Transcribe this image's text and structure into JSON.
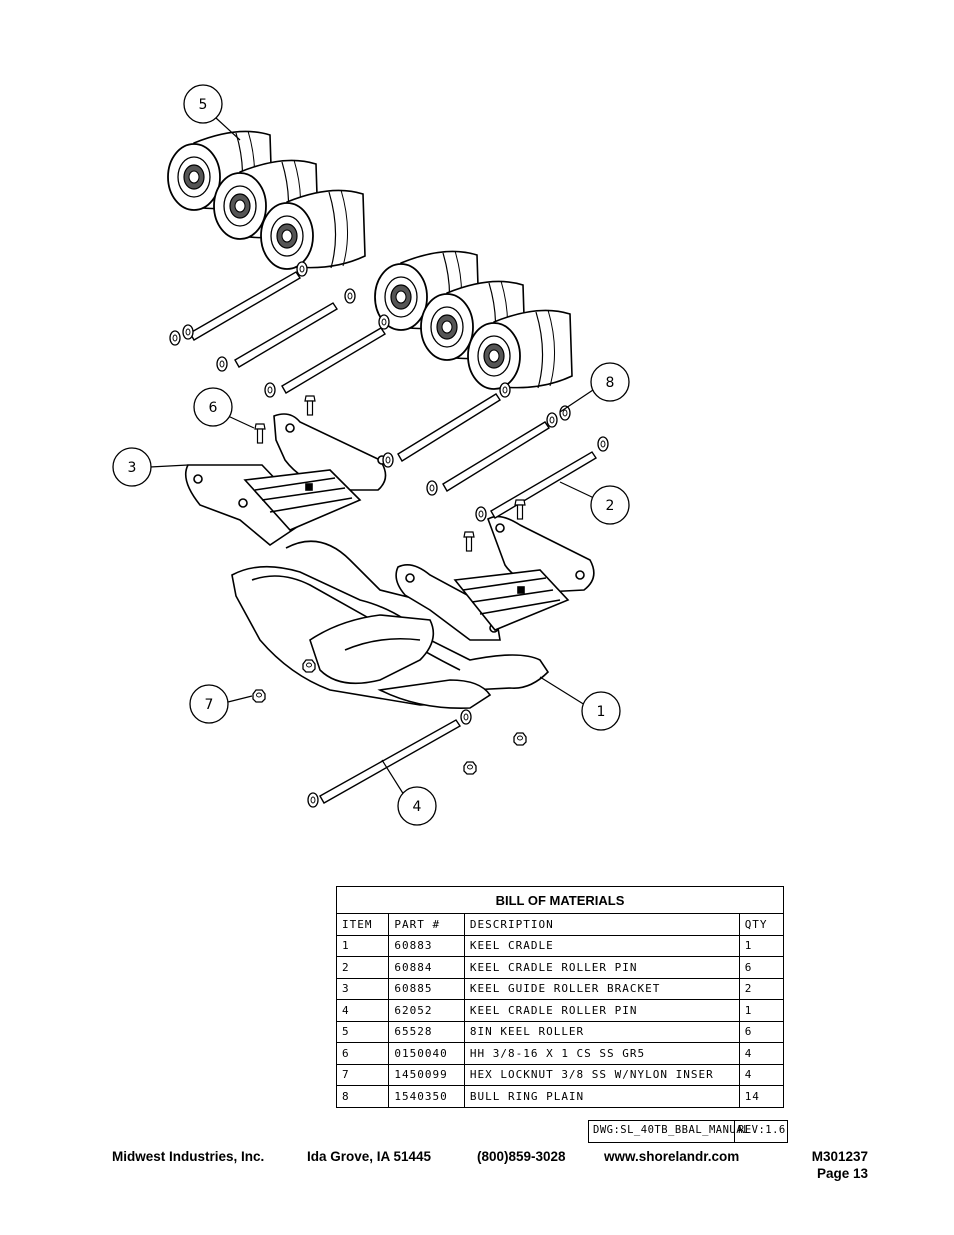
{
  "balloons": [
    "5",
    "8",
    "6",
    "3",
    "2",
    "7",
    "1",
    "4"
  ],
  "bom": {
    "title": "BILL OF MATERIALS",
    "headers": [
      "ITEM",
      "PART #",
      "DESCRIPTION",
      "QTY"
    ],
    "rows": [
      [
        "1",
        "60883",
        "KEEL CRADLE",
        "1"
      ],
      [
        "2",
        "60884",
        "KEEL CRADLE ROLLER PIN",
        "6"
      ],
      [
        "3",
        "60885",
        "KEEL GUIDE ROLLER BRACKET",
        "2"
      ],
      [
        "4",
        "62052",
        "KEEL CRADLE ROLLER PIN",
        "1"
      ],
      [
        "5",
        "65528",
        "8IN KEEL ROLLER",
        "6"
      ],
      [
        "6",
        "0150040",
        "HH 3/8-16 X 1 CS SS GR5",
        "4"
      ],
      [
        "7",
        "1450099",
        "HEX LOCKNUT 3/8 SS W/NYLON INSER",
        "4"
      ],
      [
        "8",
        "1540350",
        "BULL RING PLAIN",
        "14"
      ]
    ]
  },
  "drawing_block": {
    "dwg": "DWG:SL_40TB_BBAL_MANUAL",
    "rev": "REV:1.6"
  },
  "footer": {
    "company": "Midwest Industries, Inc.",
    "city": "Ida Grove, IA  51445",
    "phone": "(800)859-3028",
    "website": "www.shorelandr.com",
    "doc_number": "M301237",
    "page": "Page 13"
  }
}
